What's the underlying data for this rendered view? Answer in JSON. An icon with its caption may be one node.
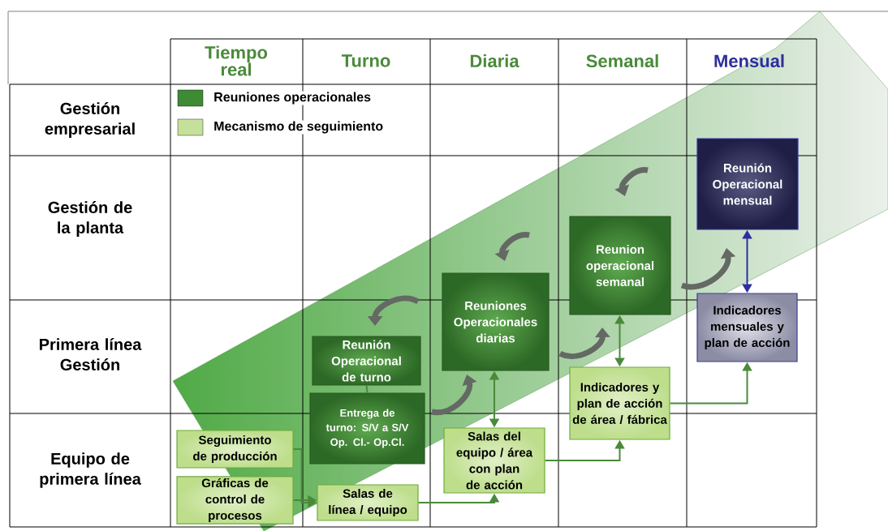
{
  "diagram": {
    "nodes": [
      {
        "text": [
          "Reunión Operacional de turno"
        ]
      },
      {
        "text": [
          "Entrega de turno: S/V a S/V Op. Cl.- Op.Cl."
        ]
      },
      {
        "text": [
          "Reuniones Operacionales diarias"
        ]
      },
      {
        "text": [
          "Reunion operacional semanal"
        ]
      },
      {
        "text": [
          "Reunión Operacional mensual"
        ]
      },
      {
        "text": [
          "Indicadores mensuales y plan de acción"
        ]
      },
      {
        "text": [
          "Seguimiento de producción"
        ]
      },
      {
        "text": [
          "Gráficas de control de procesos"
        ]
      },
      {
        "text": [
          "Salas de línea / equipo"
        ]
      },
      {
        "text": [
          "Salas del equipo / área con plan de acción"
        ]
      },
      {
        "text": [
          "Indicadores y plan de acción de área / fábrica"
        ]
      }
    ],
    "edges": [
      {
        "from": 0,
        "to": 1,
        "arrow": "none"
      },
      {
        "from": 6,
        "to": 8,
        "arrow": "to"
      },
      {
        "from": 7,
        "to": 8,
        "arrow": "to"
      },
      {
        "from": 8,
        "to": 9,
        "arrow": "to"
      },
      {
        "from": 9,
        "to": 2,
        "arrow": "both"
      },
      {
        "from": 9,
        "to": 10,
        "arrow": "to"
      },
      {
        "from": 10,
        "to": 3,
        "arrow": "both"
      },
      {
        "from": 10,
        "to": 5,
        "arrow": "to"
      },
      {
        "from": 5,
        "to": 4,
        "arrow": "both",
        "color": "#2e2e9e"
      }
    ],
    "labels": [
      "Tiempo real",
      "Turno",
      "Diaria",
      "Semanal",
      "Mensual",
      "Gestión empresarial",
      "Gestión de la planta",
      "Primera línea Gestión",
      "Equipo de primera línea"
    ],
    "legend": [
      {
        "text": "Reuniones operacionales",
        "color": "#3f8a35"
      },
      {
        "text": "Mecanismo de seguimiento",
        "color": "#c5e09a"
      }
    ]
  }
}
